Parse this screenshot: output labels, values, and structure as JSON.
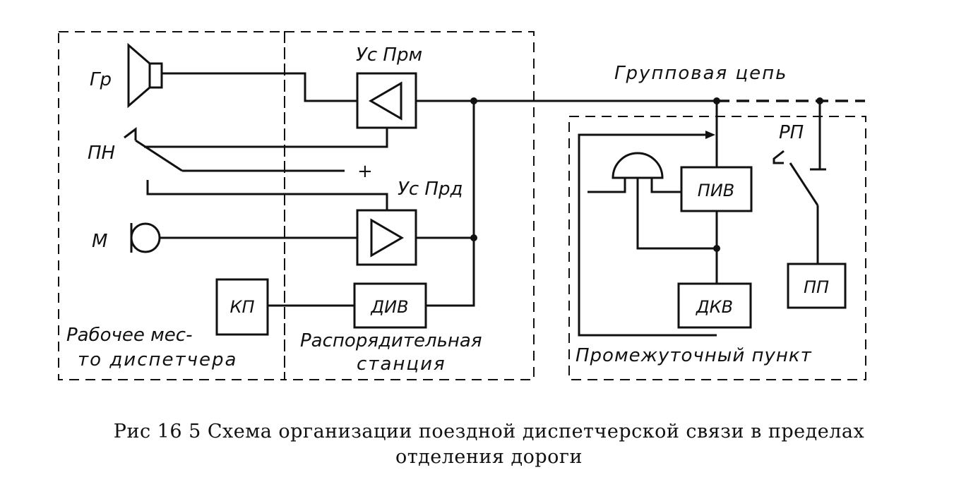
{
  "labels": {
    "gr": "Гр",
    "pn": "ПН",
    "m": "М",
    "us_prm": "Ус Прм",
    "us_prd": "Ус Прд",
    "plus": "+",
    "group_chain": "Групповая  цепь",
    "rp": "РП",
    "workplace_line1": "Рабочее мес-",
    "workplace_line2": "то диспетчера",
    "station_line1": "Распорядительная",
    "station_line2": "станция",
    "intermediate": "Промежуточный  пункт"
  },
  "blocks": {
    "kp": "КП",
    "div": "ДИВ",
    "piv": "ПИВ",
    "dkv": "ДКВ",
    "pp": "ПП"
  },
  "caption": {
    "line1": "Рис  16 5  Схема организации поездной диспетчерской связи в пределах",
    "line2": "отделения дороги"
  }
}
